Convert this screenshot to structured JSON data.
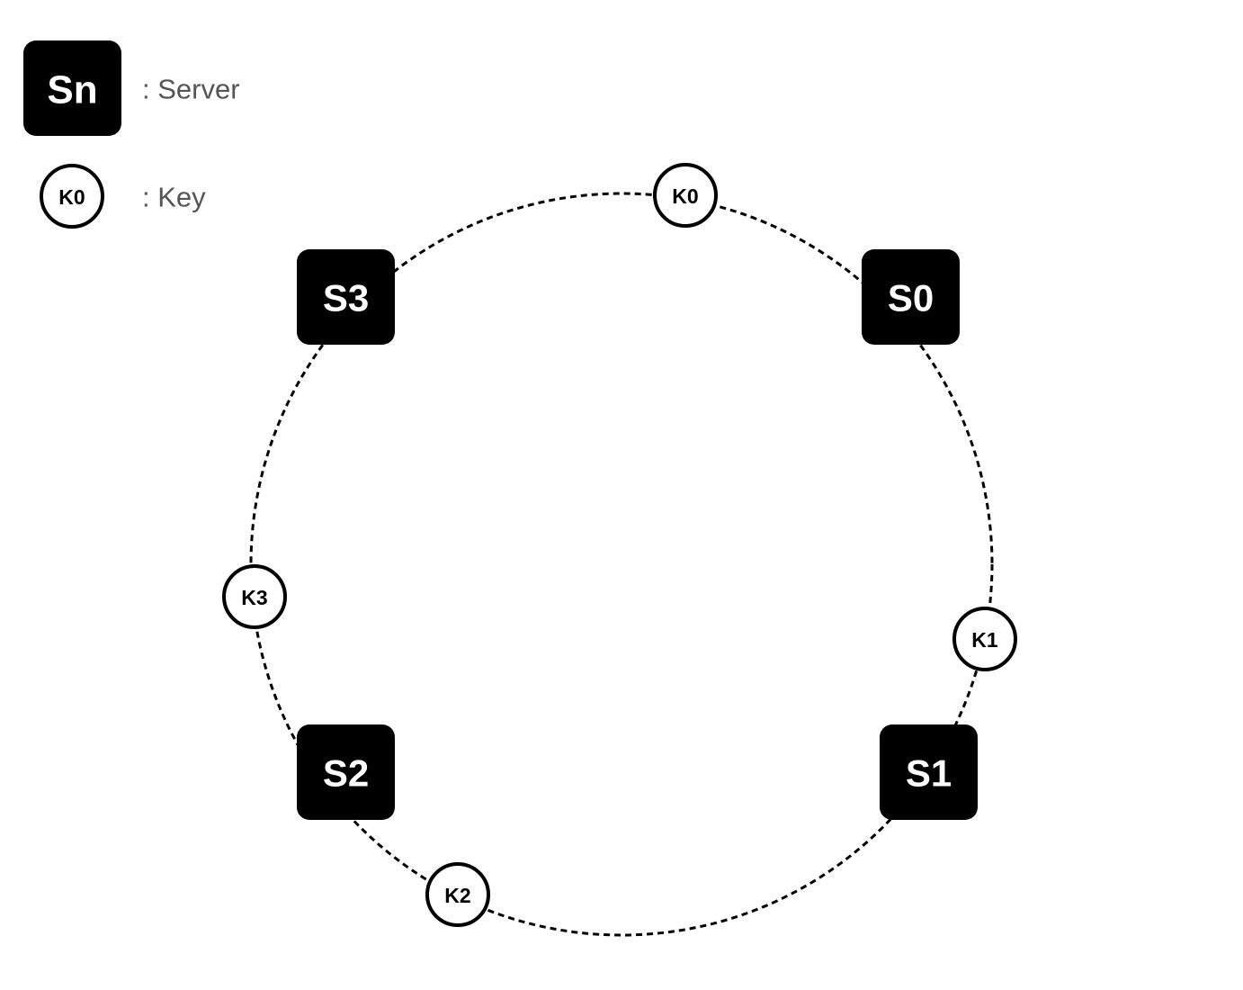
{
  "legend": {
    "server_symbol": "Sn",
    "server_text": ": Server",
    "key_symbol": "K0",
    "key_text": ": Key"
  },
  "ring": {
    "servers": [
      {
        "label": "S0"
      },
      {
        "label": "S1"
      },
      {
        "label": "S2"
      },
      {
        "label": "S3"
      }
    ],
    "keys": [
      {
        "label": "K0"
      },
      {
        "label": "K1"
      },
      {
        "label": "K2"
      },
      {
        "label": "K3"
      }
    ]
  },
  "colors": {
    "server_fill": "#000000",
    "server_text": "#ffffff",
    "key_fill": "#ffffff",
    "key_stroke": "#000000",
    "ring_stroke": "#000000",
    "legend_text": "#555555"
  }
}
